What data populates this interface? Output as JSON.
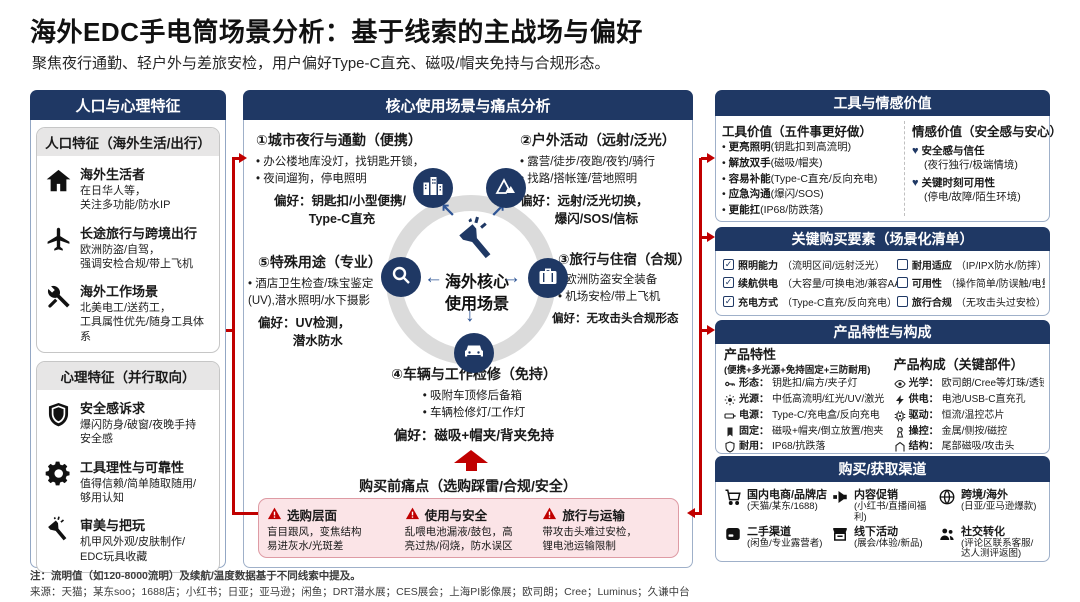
{
  "page": {
    "title": "海外EDC手电筒场景分析：基于线索的主战场与偏好",
    "subtitle": "聚焦夜行通勤、轻户外与差旅安检，用户偏好Type-C直充、磁吸/帽夹免持与合规形态。",
    "note1": "注：流明值（如120-8000流明）及续航/温度数据基于不同线索中提及。",
    "note2": "来源：天猫；某东soo；1688店；小红书；日亚；亚马逊；闲鱼；DRT潜水展；CES展会；上海PI影像展；欧司朗；Cree；Luminus；久谦中台"
  },
  "colors": {
    "navy": "#1F3864",
    "red": "#C00000",
    "ring_gray": "#DBDBDB",
    "pink_bg": "#FBE4E7",
    "pink_border": "#DE9BA4"
  },
  "left_panel": {
    "title": "人口与心理特征",
    "sections": [
      {
        "title": "人口特征（海外生活/出行）",
        "items": [
          {
            "icon": "house-icon",
            "title": "海外生活者",
            "desc": "在日华人等，\n关注多功能/防水IP"
          },
          {
            "icon": "plane-icon",
            "title": "长途旅行与跨境出行",
            "desc": "欧洲防盗/自驾，\n强调安检合规/带上飞机"
          },
          {
            "icon": "tools-icon",
            "title": "海外工作场景",
            "desc": "北美电工/送药工，\n工具属性优先/随身工具体系"
          }
        ]
      },
      {
        "title": "心理特征（并行取向）",
        "items": [
          {
            "icon": "shield-icon",
            "title": "安全感诉求",
            "desc": "爆闪防身/破窗/夜晚手持\n安全感"
          },
          {
            "icon": "gear-icon",
            "title": "工具理性与可靠性",
            "desc": "值得信赖/简单随取随用/\n够用认知"
          },
          {
            "icon": "flashlight-icon",
            "title": "审美与把玩",
            "desc": "机甲风外观/皮肤制作/\nEDC玩具收藏"
          }
        ]
      }
    ]
  },
  "center_panel": {
    "title": "核心使用场景与痛点分析",
    "hub_line1": "海外核心",
    "hub_line2": "使用场景",
    "arrow_glyphs": {
      "ul": "↖",
      "ur": "↗",
      "l": "←",
      "r": "→",
      "d": "↓"
    },
    "scenarios": [
      {
        "title": "①城市夜行与通勤（便携）",
        "b1": "办公楼地库没灯，找钥匙开锁，",
        "b2": "夜间遛狗，停电照明",
        "pref": "偏好：钥匙扣/小型便携/\n          Type-C直充"
      },
      {
        "title": "②户外活动（远射/泛光）",
        "b1": "露营/徒步/夜跑/夜钓/骑行",
        "b2": "找路/搭帐篷/营地照明",
        "pref": "偏好：远射/泛光切换，\n          爆闪/SOS/信标"
      },
      {
        "title": "③旅行与住宿（合规）",
        "b1": "欧洲防盗安全装备",
        "b2": "机场安检/带上飞机",
        "pref": "偏好：无攻击头合规形态"
      },
      {
        "title": "④车辆与工作检修（免持）",
        "b1": "吸附车顶修后备箱",
        "b2": "车辆检修灯/工作灯",
        "pref": "偏好：磁吸+帽夹/背夹免持"
      },
      {
        "title": "⑤特殊用途（专业）",
        "b1": "酒店卫生检查/珠宝鉴定\n(UV),潜水照明/水下摄影",
        "pref": "偏好：UV检测，\n          潜水防水"
      }
    ],
    "pain_title": "购买前痛点（选购踩雷/合规/安全）",
    "pains": [
      {
        "title": "选购层面",
        "desc": "盲目跟风，变焦结构\n易进灰水/光斑差"
      },
      {
        "title": "使用与安全",
        "desc": "乱喂电池漏液/鼓包，高\n亮过热/闷烧，防水误区"
      },
      {
        "title": "旅行与运输",
        "desc": "带攻击头难过安检，\n锂电池运输限制"
      }
    ]
  },
  "value_panel": {
    "title": "工具与情感价值",
    "tool_title": "工具价值（五件事更好做）",
    "tool_items": [
      {
        "label": "更亮照明",
        "note": "(钥匙扣到高流明)"
      },
      {
        "label": "解放双手",
        "note": "(磁吸/帽夹)"
      },
      {
        "label": "容易补能",
        "note": "(Type-C直充/反向充电)"
      },
      {
        "label": "应急沟通",
        "note": "(爆闪/SOS)"
      },
      {
        "label": "更能扛",
        "note": "(IP68/防跌落)"
      }
    ],
    "emotion_title": "情感价值（安全感与安心）",
    "emotion_items": [
      {
        "label": "安全感与信任",
        "note": "(夜行独行/极端情境)"
      },
      {
        "label": "关键时刻可用性",
        "note": "(停电/故障/陌生环境)"
      }
    ],
    "heart_glyph": "♥"
  },
  "purchase_panel": {
    "title": "关键购买要素（场景化清单）",
    "check_glyph": "✓",
    "checked": [
      {
        "label": "照明能力",
        "note": "（流明区间/远射泛光）"
      },
      {
        "label": "续航供电",
        "note": "（大容量/可换电池/兼容AA）"
      },
      {
        "label": "充电方式",
        "note": "（Type-C直充/反向充电）"
      }
    ],
    "unchecked": [
      {
        "label": "耐用适应",
        "note": "（IP/IPX防水/防摔）"
      },
      {
        "label": "可用性",
        "note": "（操作简单/防误触/电量显）"
      },
      {
        "label": "旅行合规",
        "note": "（无攻击头过安检）"
      }
    ]
  },
  "product_panel": {
    "title": "产品特性与构成",
    "feature_title": "产品特性",
    "feature_subtitle": "(便携+多光源+免持固定+三防耐用)",
    "features": [
      {
        "label": "形态：",
        "value": "钥匙扣/扁方/夹子灯"
      },
      {
        "label": "光源：",
        "value": "中低高流明/红光/UV/激光"
      },
      {
        "label": "电源：",
        "value": "Type-C/充电盒/反向充电"
      },
      {
        "label": "固定：",
        "value": "磁吸+帽夹/倒立放置/抱夹"
      },
      {
        "label": "耐用：",
        "value": "IP68/抗跌落"
      }
    ],
    "component_title": "产品构成（关键部件）",
    "components": [
      {
        "label": "光学：",
        "value": "欧司朗/Cree等灯珠/透镜"
      },
      {
        "label": "供电：",
        "value": "电池/USB-C直充孔"
      },
      {
        "label": "驱动：",
        "value": "恒流/温控芯片"
      },
      {
        "label": "操控：",
        "value": "金属/侧按/磁控"
      },
      {
        "label": "结构：",
        "value": "尾部磁吸/攻击头"
      }
    ]
  },
  "channel_panel": {
    "title": "购买/获取渠道",
    "channels": [
      {
        "name": "国内电商/品牌店",
        "note": "(天猫/某东/1688)"
      },
      {
        "name": "内容促销",
        "note": "(小红书/直播间福利)"
      },
      {
        "name": "跨境/海外",
        "note": "(日亚/亚马逊爆款)"
      },
      {
        "name": "二手渠道",
        "note": "(闲鱼/专业露营者)"
      },
      {
        "name": "线下活动",
        "note": "(展会/体验/新品)"
      },
      {
        "name": "社交转化",
        "note": "(评论区联系客服/\n达人测评返图)"
      }
    ]
  }
}
